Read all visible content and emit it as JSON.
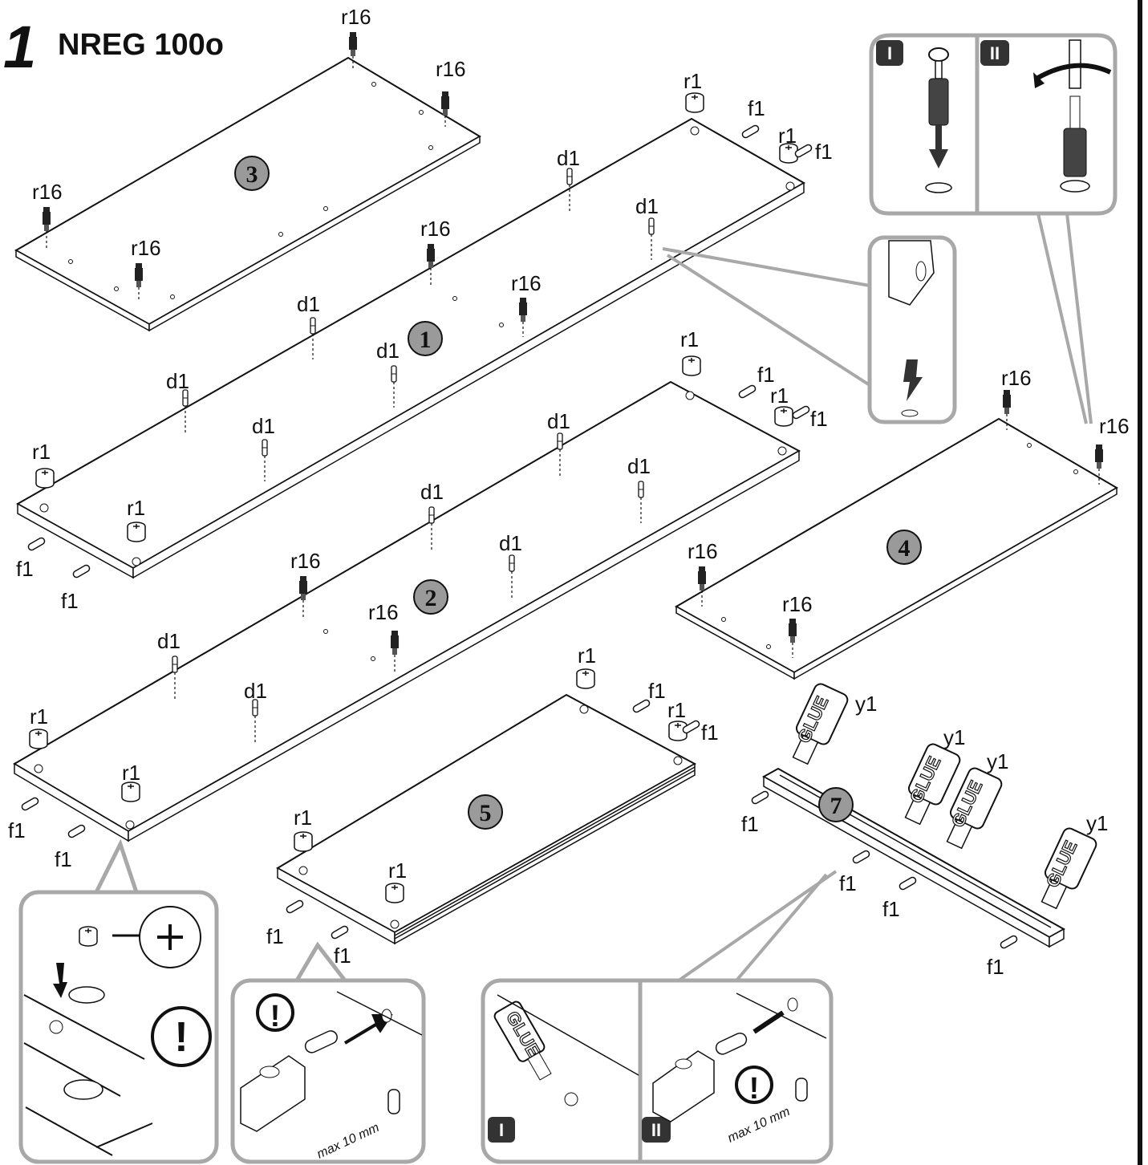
{
  "header": {
    "step_number": "1",
    "model": "NREG 100o"
  },
  "parts": {
    "panel_3": "3",
    "panel_1": "1",
    "panel_2": "2",
    "panel_4": "4",
    "panel_5": "5",
    "panel_7": "7"
  },
  "fittings": {
    "r16": "r16",
    "r1": "r1",
    "f1": "f1",
    "d1": "d1",
    "y1": "y1"
  },
  "details": {
    "step_I": "I",
    "step_II": "II",
    "glue_label": "GLUE",
    "max_depth": "max 10 mm",
    "warning_symbol": "!"
  },
  "colors": {
    "line": "#111111",
    "callout_border": "#a8a8a8",
    "badge_fill": "#9a9a9a",
    "arrow_fill": "#333333"
  }
}
